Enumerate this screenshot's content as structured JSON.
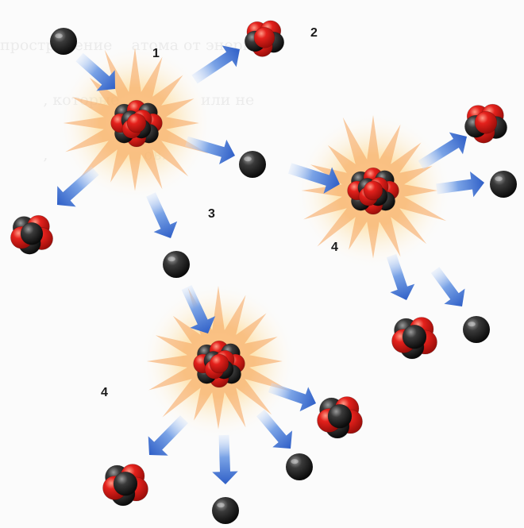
{
  "labels": {
    "step1": "1",
    "step2": "2",
    "step3": "3",
    "step4a": "4",
    "step4b": "4"
  },
  "background_text": [
    "пространение    атома от энергии",
    "         , которые                 или не",
    "         ,                    ов.",
    "",
    "",
    ""
  ],
  "colors": {
    "proton": "#e4211c",
    "neutron": "#1e1e1e",
    "arrow": "#2f5fc7",
    "burst": "#f5a25a"
  }
}
